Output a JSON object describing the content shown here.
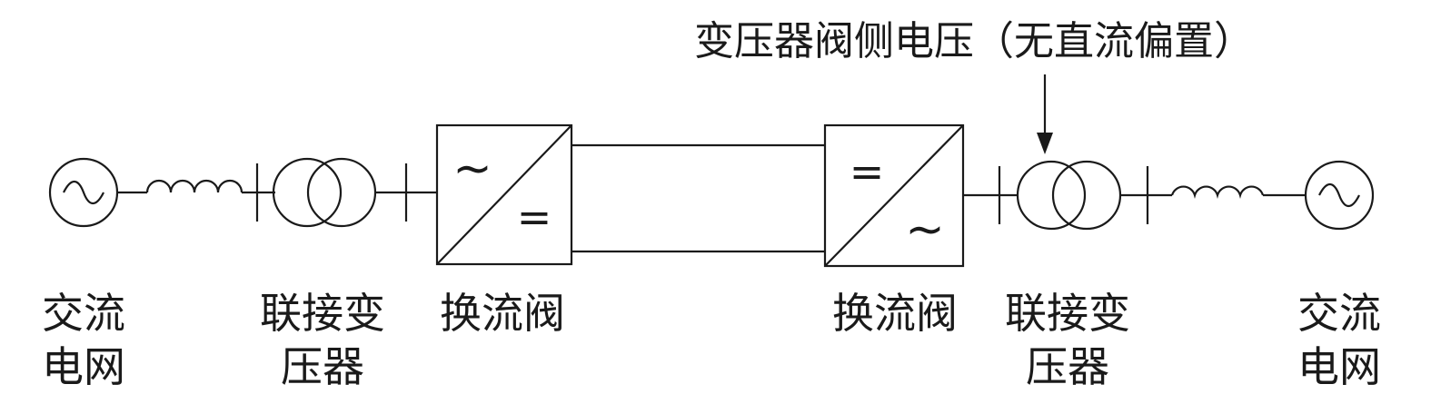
{
  "annotation": "变压器阀侧电压（无直流偏置）",
  "left": {
    "grid_label": [
      "交流",
      "电网"
    ],
    "transformer_label": [
      "联接变",
      "压器"
    ],
    "converter_label": "换流阀",
    "converter_ac_symbol": "~",
    "converter_dc_symbol": "="
  },
  "right": {
    "grid_label": [
      "交流",
      "电网"
    ],
    "transformer_label": [
      "联接变",
      "压器"
    ],
    "converter_label": "换流阀",
    "converter_ac_symbol": "~",
    "converter_dc_symbol": "="
  },
  "source_symbol": "~"
}
